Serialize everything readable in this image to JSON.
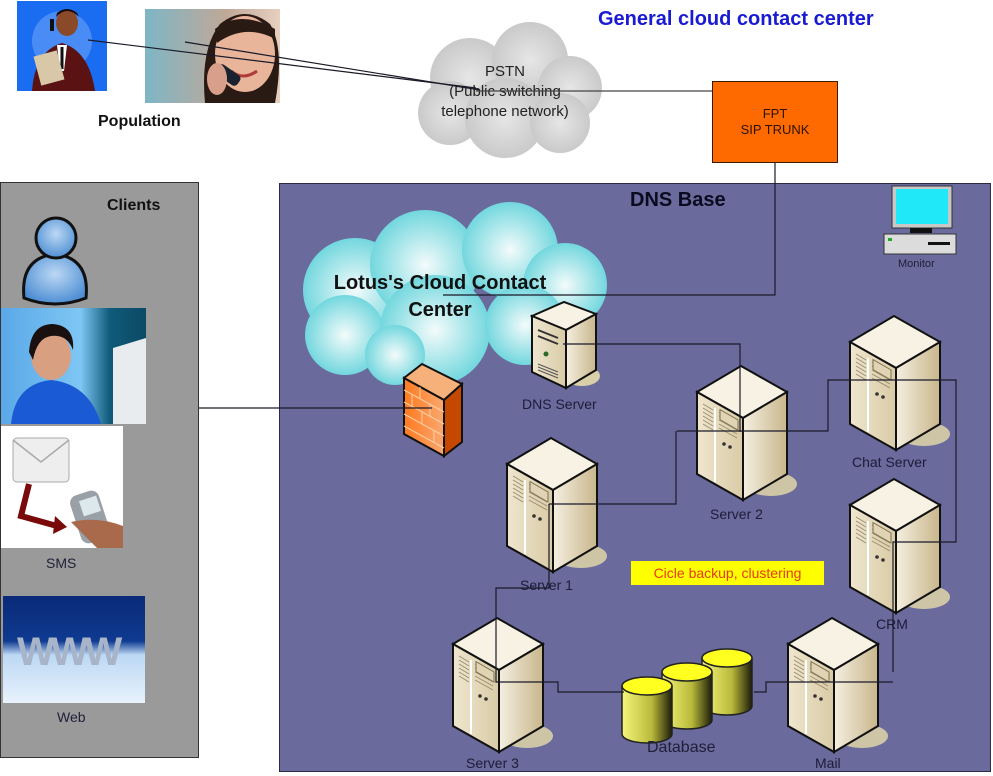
{
  "title": "General cloud contact center",
  "population": {
    "label": "Population",
    "images": [
      "businessman-on-phone",
      "woman-on-phone"
    ]
  },
  "pstn": {
    "line1": "PSTN",
    "line2": "(Public switching",
    "line3": "telephone network)"
  },
  "sip_trunk": {
    "line1": "FPT",
    "line2": "SIP TRUNK"
  },
  "clients": {
    "title": "Clients",
    "items": [
      {
        "icon": "user-icon",
        "label": ""
      },
      {
        "icon": "agent-photo",
        "label": ""
      },
      {
        "icon": "sms-icon",
        "label": "SMS"
      },
      {
        "icon": "web-icon",
        "label": "Web"
      }
    ]
  },
  "dns_base": {
    "title": "DNS Base",
    "cloud_label_line1": "Lotus's Cloud Contact",
    "cloud_label_line2": "Center",
    "monitor_label": "Monitor",
    "servers": {
      "dns": "DNS Server",
      "server1": "Server 1",
      "server2": "Server 2",
      "server3": "Server 3",
      "chat": "Chat Server",
      "crm": "CRM",
      "mail": "Mail"
    },
    "database_label": "Database",
    "backup_note": "Cicle backup, clustering"
  },
  "colors": {
    "title": "#1a1ad2",
    "dns_panel": "#6a6a9c",
    "clients_panel": "#9a9a9a",
    "sip_trunk": "#ff6a00",
    "backup_note_bg": "#ffff00",
    "backup_note_text": "#e43a1a"
  }
}
